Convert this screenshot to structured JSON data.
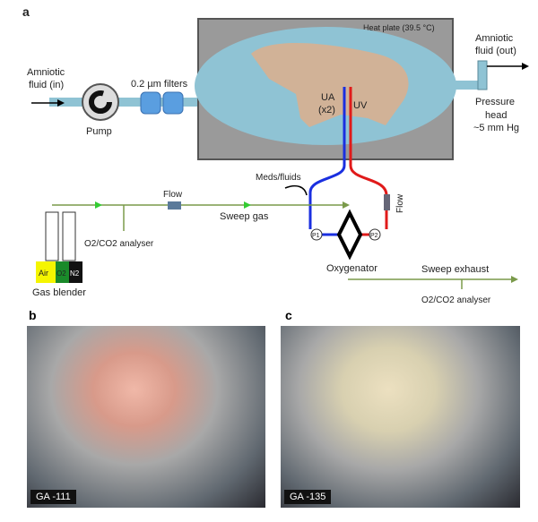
{
  "panel_a": {
    "label": "a",
    "heat_plate": "Heat plate (39.5 °C)",
    "fluid_in": [
      "Amniotic",
      "fluid (in)"
    ],
    "pump": "Pump",
    "filters": "0.2 µm filters",
    "fluid_out": [
      "Amniotic",
      "fluid (out)"
    ],
    "pressure_head": [
      "Pressure",
      "head",
      "~5 mm Hg"
    ],
    "ua": [
      "UA",
      "(x2)"
    ],
    "uv": "UV",
    "meds": "Meds/fluids",
    "flow_gas": "Flow",
    "flow_blood": "Flow",
    "sweep_gas": "Sweep gas",
    "analyser1": "O2/CO2 analyser",
    "p1": "P1",
    "p2": "P2",
    "oxygenator": "Oxygenator",
    "sweep_exhaust": "Sweep exhaust",
    "analyser2": "O2/CO2 analyser",
    "gas_air": "Air",
    "gas_o2": "O2",
    "gas_n2": "N2",
    "gas_blender": "Gas blender"
  },
  "panel_b": {
    "label": "b",
    "ga": "GA -111"
  },
  "panel_c": {
    "label": "c",
    "ga": "GA -135"
  },
  "colors": {
    "ua": "#1a2fe0",
    "uv": "#e01a1a",
    "gas_line": "#7a9a4a",
    "fluid": "#8fc3d4"
  }
}
